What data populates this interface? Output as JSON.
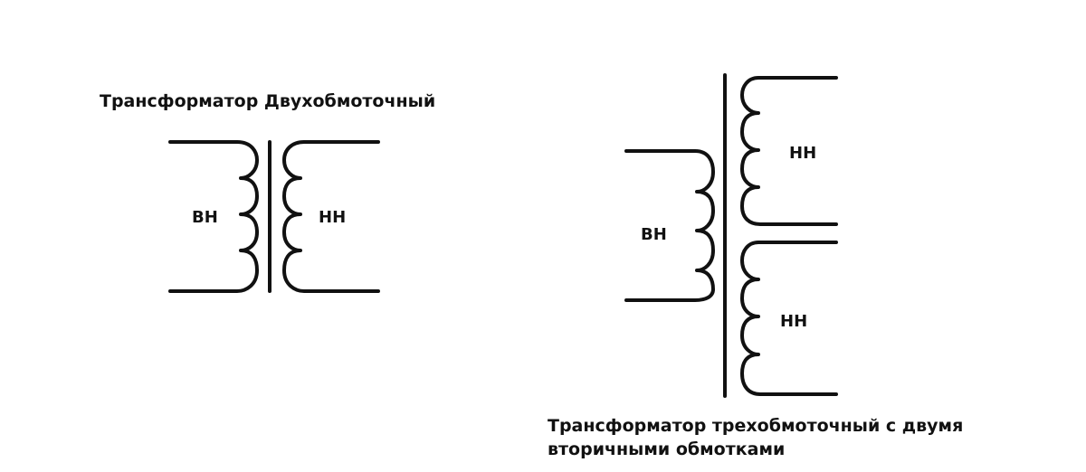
{
  "two_winding": {
    "title": "Трансформатор Двухобмоточный",
    "primary_label": "ВН",
    "secondary_label": "НН"
  },
  "three_winding": {
    "title": "Трансформатор трехобмоточный с двумя вторичными обмотками",
    "primary_label": "ВН",
    "secondary_upper_label": "НН",
    "secondary_lower_label": "НН"
  }
}
